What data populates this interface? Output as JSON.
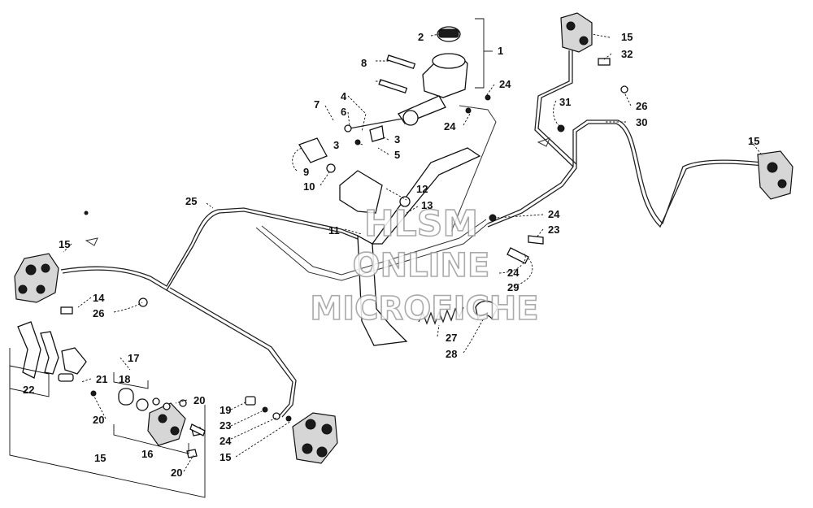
{
  "watermark": {
    "line1": "HLSM",
    "line2": "ONLINE",
    "line3": "MICROFICHE"
  },
  "callouts": {
    "c1": "1",
    "c2": "2",
    "c3a": "3",
    "c3b": "3",
    "c4": "4",
    "c5": "5",
    "c6": "6",
    "c7": "7",
    "c8": "8",
    "c9": "9",
    "c10": "10",
    "c11": "11",
    "c12": "12",
    "c13": "13",
    "c14": "14",
    "c15_left": "15",
    "c15_tr": "15",
    "c15_right": "15",
    "c15_bottom": "15",
    "c15_group": "15",
    "c16": "16",
    "c17": "17",
    "c18": "18",
    "c19": "19",
    "c20a": "20",
    "c20b": "20",
    "c20c": "20",
    "c21": "21",
    "c22": "22",
    "c23a": "23",
    "c23b": "23",
    "c24a": "24",
    "c24b": "24",
    "c24c": "24",
    "c24d": "24",
    "c24e": "24",
    "c25": "25",
    "c26a": "26",
    "c26b": "26",
    "c27": "27",
    "c28": "28",
    "c29": "29",
    "c30": "30",
    "c31": "31",
    "c32": "32"
  }
}
